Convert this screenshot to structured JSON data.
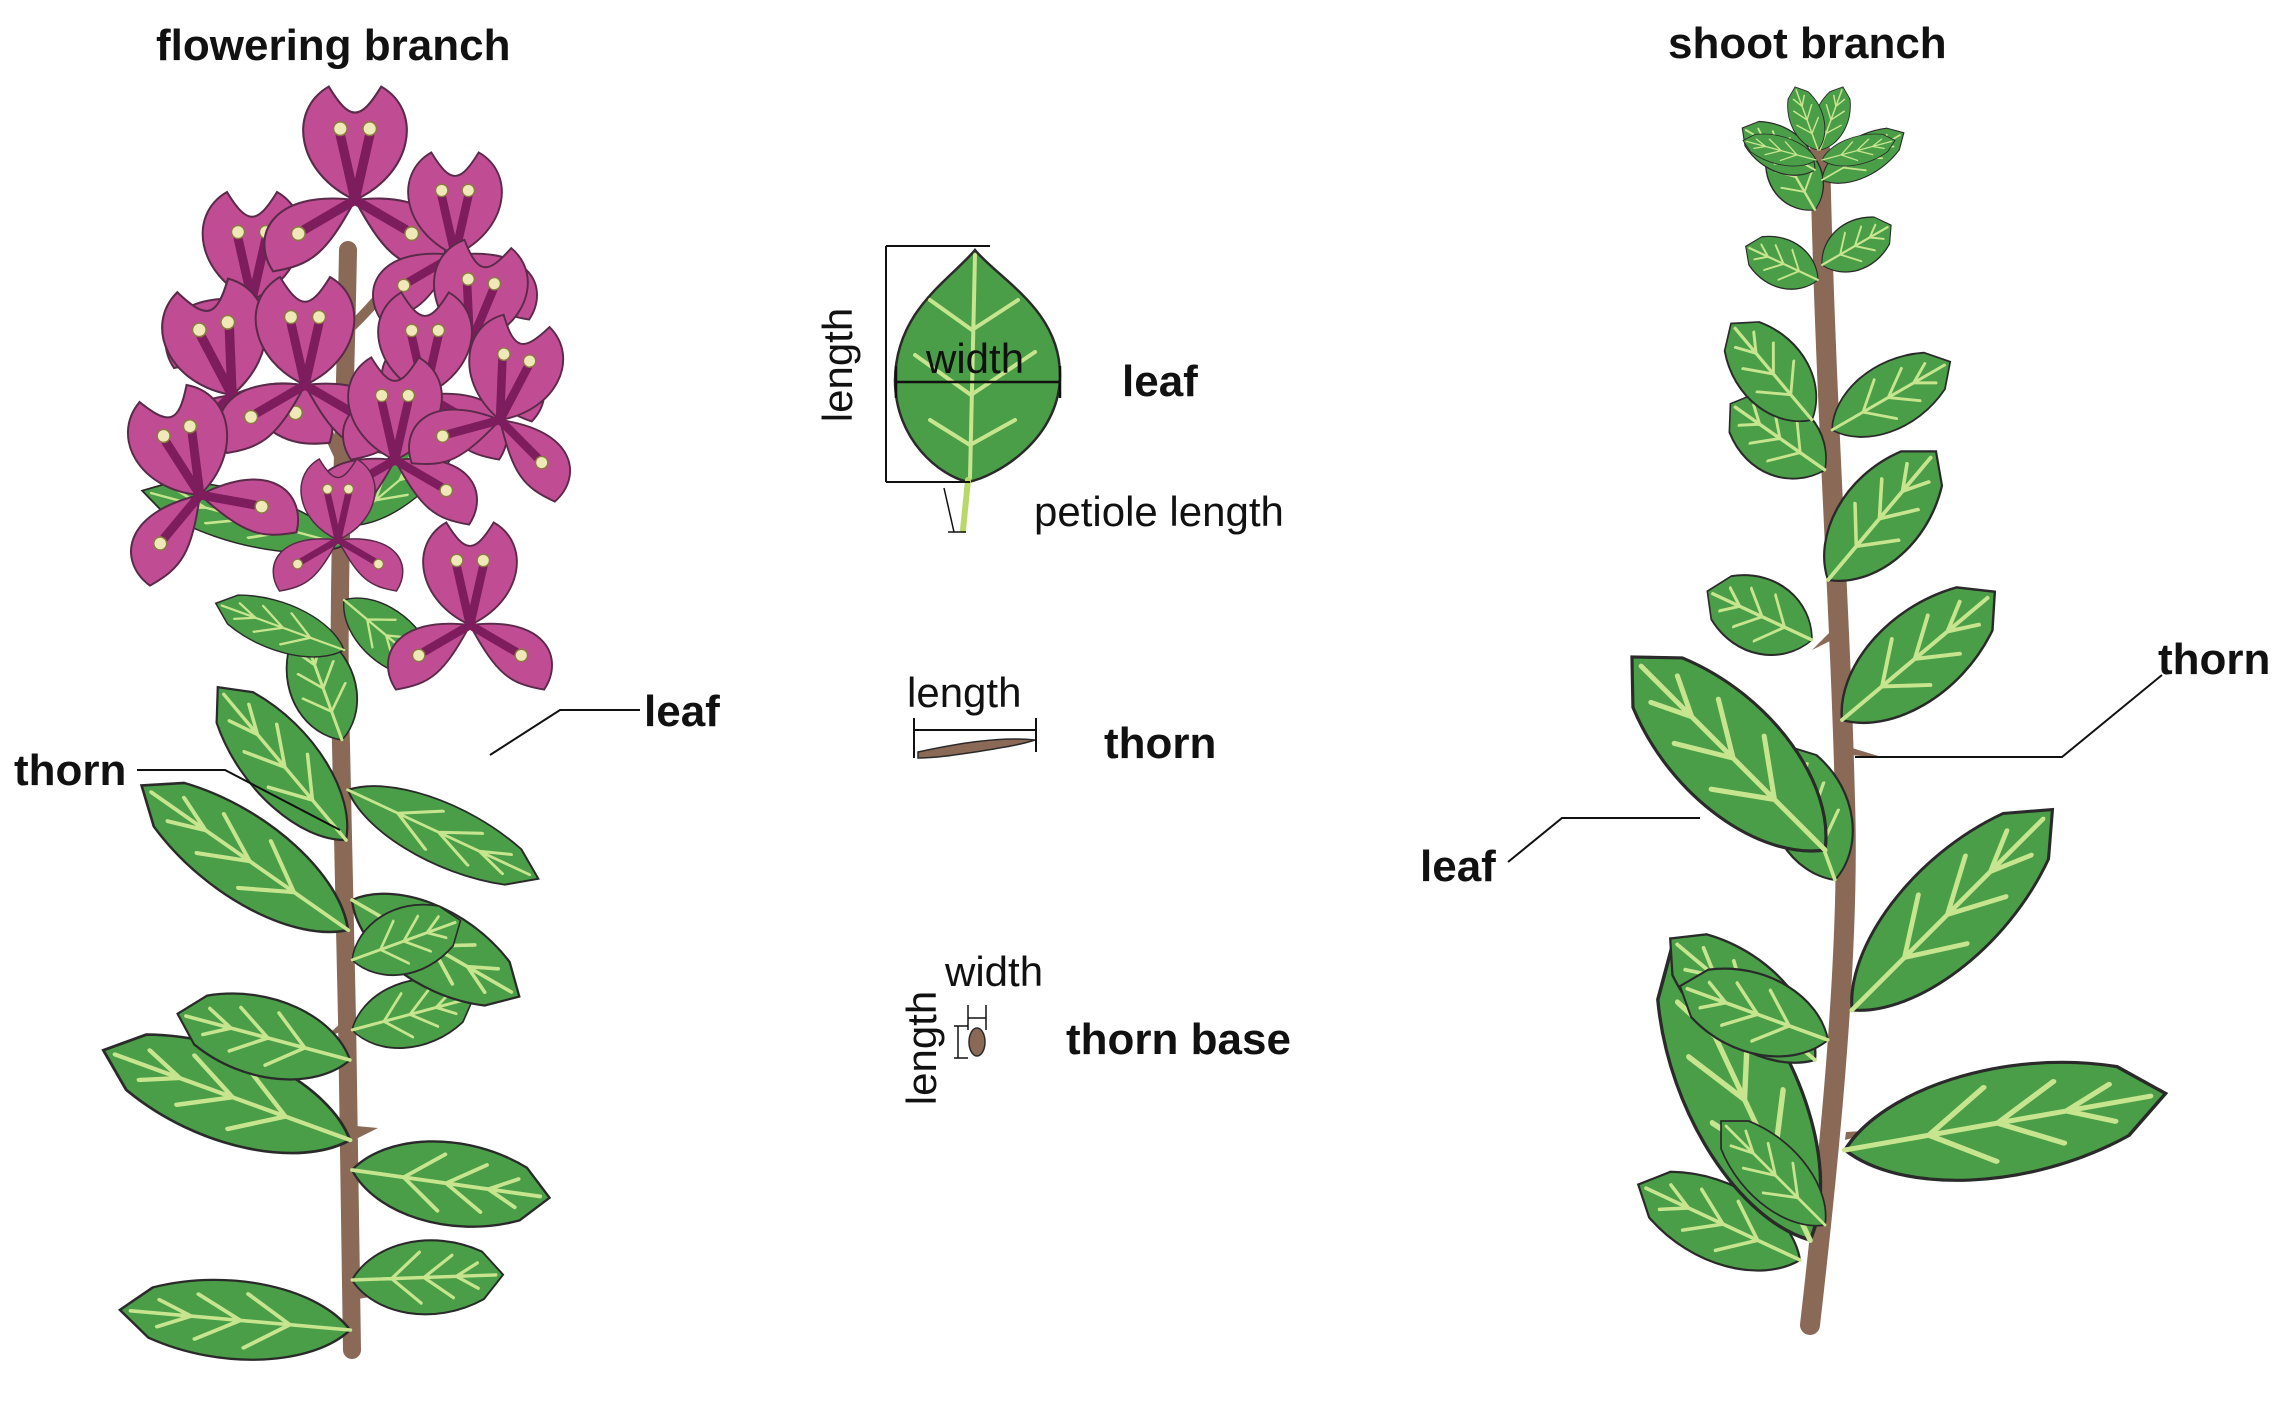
{
  "left": {
    "title": "flowering branch",
    "thorn": "thorn",
    "leaf": "leaf"
  },
  "right": {
    "title": "shoot branch",
    "thorn": "thorn",
    "leaf": "leaf"
  },
  "middle": {
    "leaf": {
      "length": "length",
      "width": "width",
      "petiole": "petiole length",
      "label": "leaf"
    },
    "thorn": {
      "length": "length",
      "label": "thorn"
    },
    "thorn_base": {
      "width": "width",
      "length": "length",
      "label": "thorn base"
    }
  },
  "colors": {
    "leaf": "#4a9e47",
    "vein": "#c6e58e",
    "stem": "#8a6a56",
    "bract": "#c04d93",
    "bract_vein": "#7e1d5e",
    "outline": "#2a2a2a",
    "flower": "#efe9b8"
  }
}
